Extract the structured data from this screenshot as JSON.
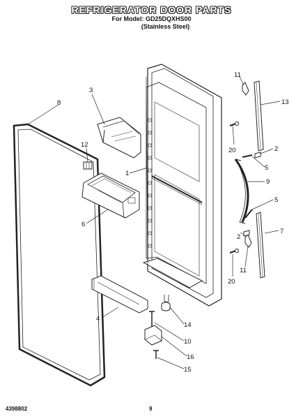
{
  "header": {
    "title": "REFRIGERATOR DOOR PARTS",
    "model_line": "For Model: GD25DQXHS00",
    "finish_line": "(Stainless Steel)"
  },
  "callouts": [
    "8",
    "3",
    "12",
    "1",
    "6",
    "4",
    "11",
    "13",
    "20",
    "2",
    "5",
    "9",
    "5",
    "2",
    "7",
    "11",
    "20",
    "14",
    "10",
    "16",
    "15"
  ],
  "footer": {
    "doc_number": "4398802",
    "page_number": "9"
  }
}
